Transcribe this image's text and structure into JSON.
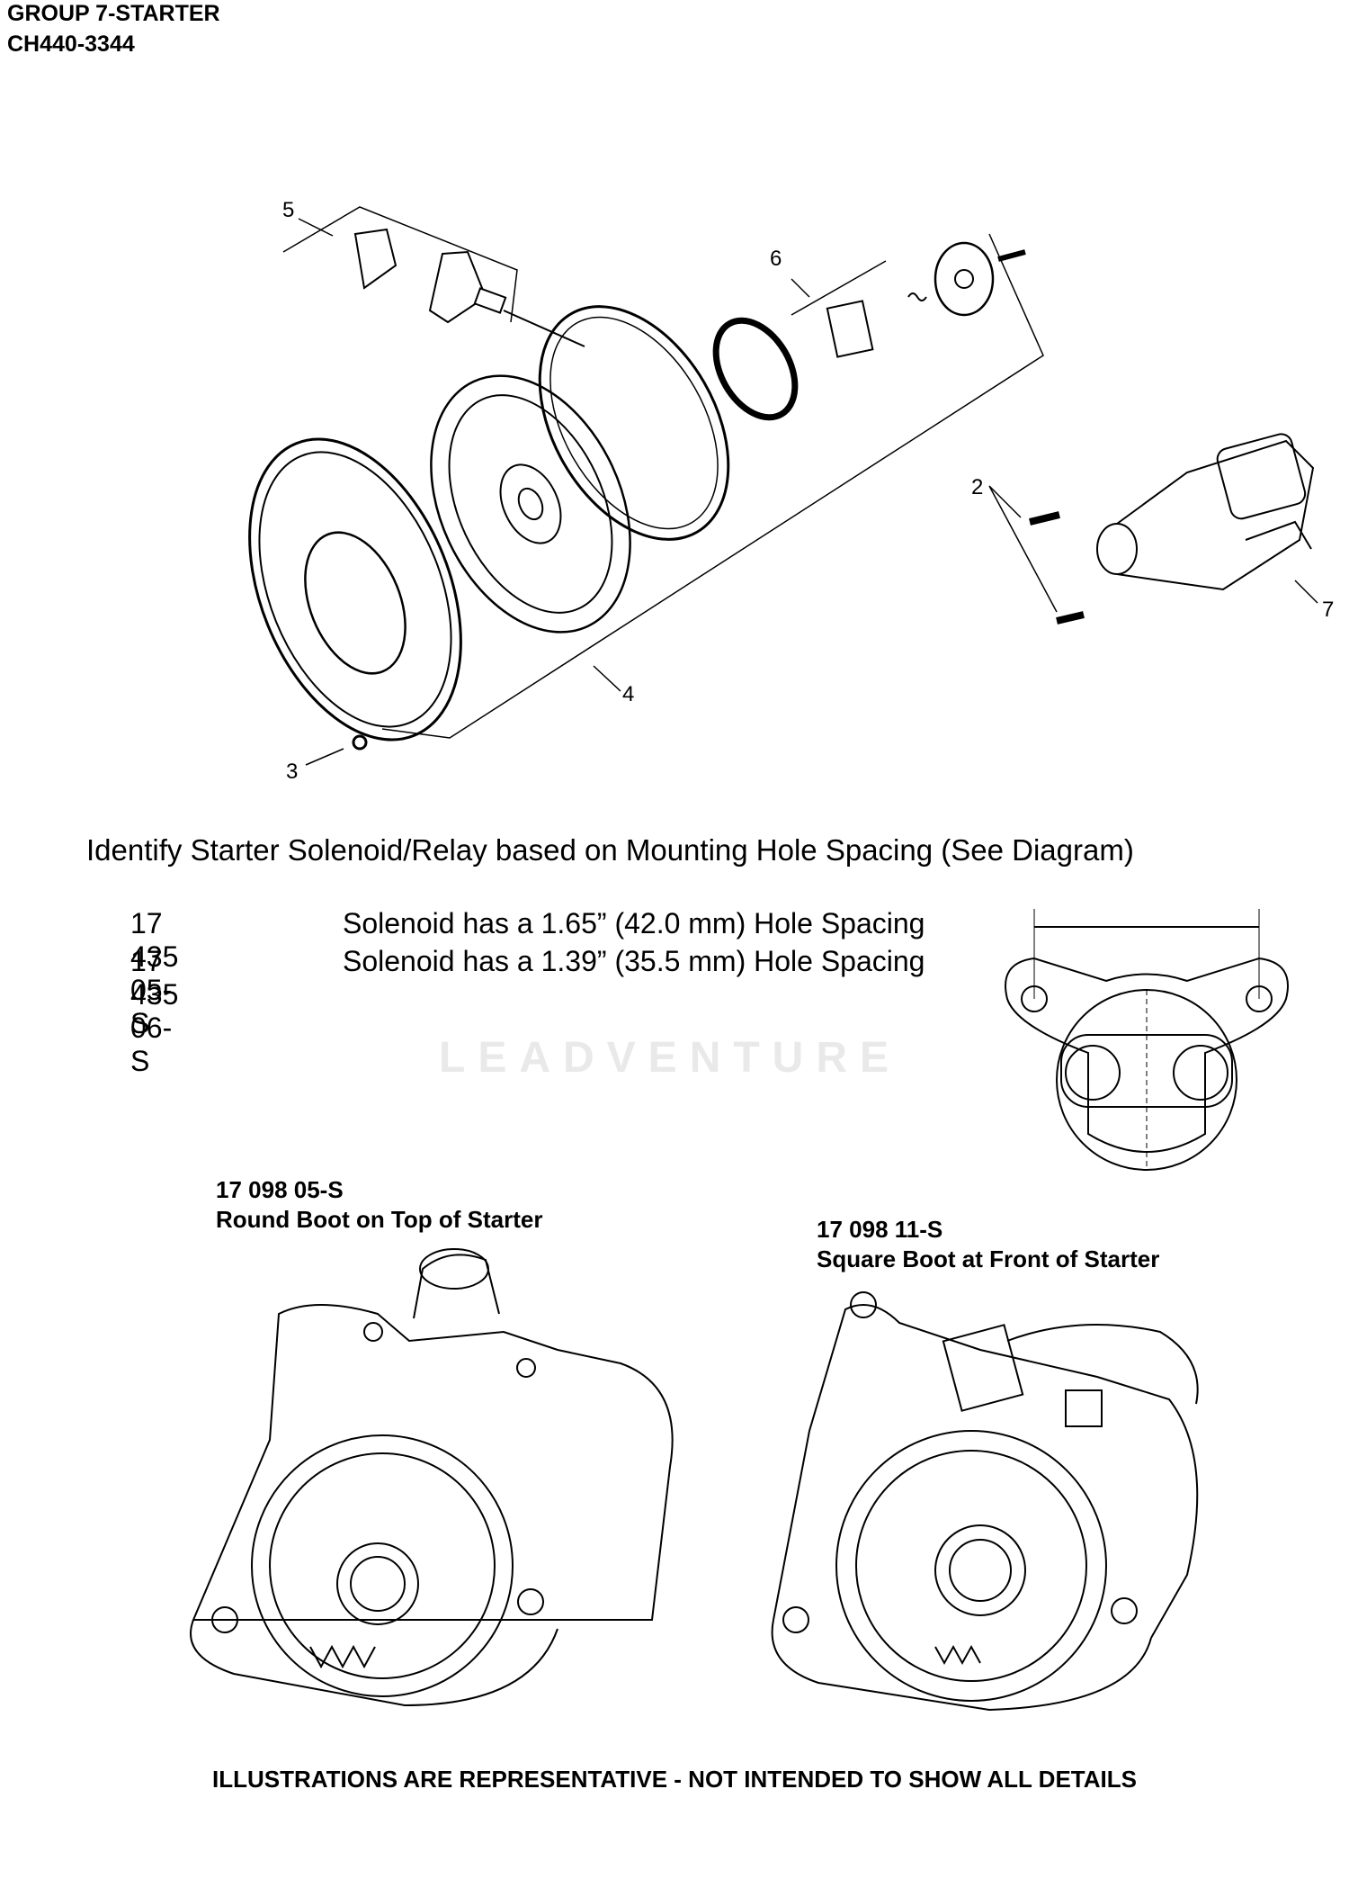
{
  "header": {
    "group": "GROUP 7-STARTER",
    "model": "CH440-3344"
  },
  "callouts": [
    "5",
    "6",
    "2",
    "7",
    "4",
    "3"
  ],
  "identify": {
    "title": "Identify Starter Solenoid/Relay based on Mounting Hole Spacing (See Diagram)",
    "parts": [
      {
        "number": "17 435 05-S",
        "description": "Solenoid has a 1.65” (42.0 mm) Hole Spacing"
      },
      {
        "number": "17 435 06-S",
        "description": "Solenoid has a 1.39” (35.5 mm) Hole Spacing"
      }
    ]
  },
  "watermark": "LEADVENTURE",
  "variants": [
    {
      "number": "17 098 05-S",
      "description": "Round Boot on Top of Starter"
    },
    {
      "number": "17 098 11-S",
      "description": "Square Boot at Front of Starter"
    }
  ],
  "footer": "ILLUSTRATIONS ARE REPRESENTATIVE - NOT INTENDED TO SHOW ALL DETAILS"
}
